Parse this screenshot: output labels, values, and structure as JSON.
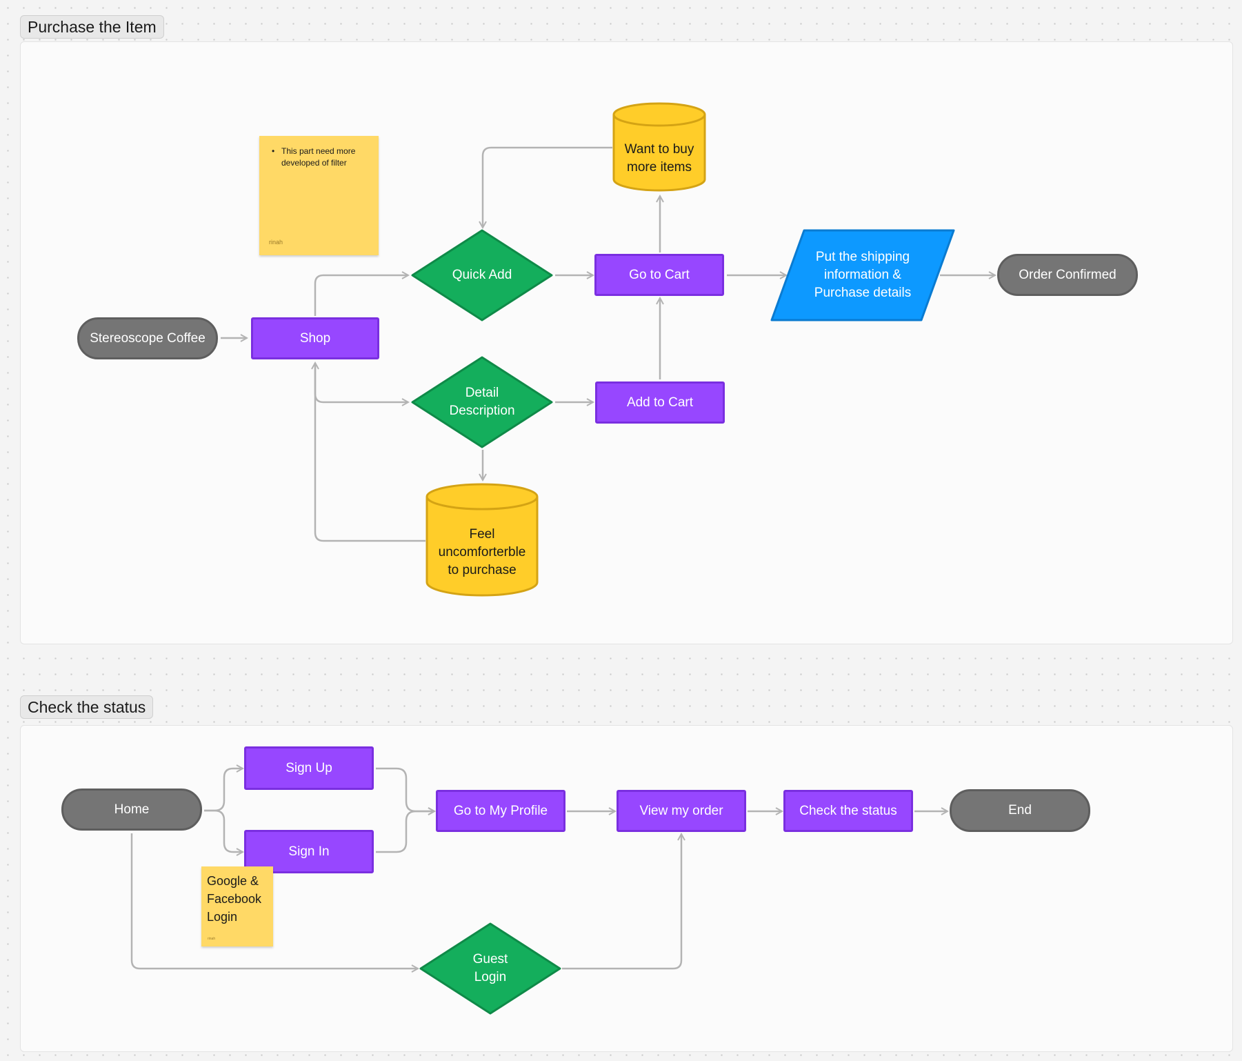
{
  "colors": {
    "canvas": "#f4f4f4",
    "frame": "#fbfbfb",
    "terminal": "#757575",
    "process": "#9747ff",
    "decision": "#14ae5c",
    "storage": "#ffcd29",
    "io": "#0d99ff",
    "sticky": "#ffd966",
    "connector": "#b3b3b3"
  },
  "sections": {
    "purchase": {
      "label": "Purchase the Item"
    },
    "status": {
      "label": "Check the status"
    }
  },
  "nodes": {
    "stereoscope": "Stereoscope Coffee",
    "shop": "Shop",
    "quick_add": "Quick Add",
    "detail": "Detail\nDescription",
    "go_to_cart": "Go to Cart",
    "add_to_cart": "Add to Cart",
    "want_more": "Want to buy\nmore items",
    "feel": "Feel\nuncomforterble\nto purchase",
    "shipping": "Put the shipping\ninformation &\nPurchase details",
    "order_confirmed": "Order Confirmed",
    "home": "Home",
    "sign_up": "Sign Up",
    "sign_in": "Sign In",
    "guest_login": "Guest\nLogin",
    "go_profile": "Go to My Profile",
    "view_order": "View my order",
    "check_status": "Check the status",
    "end": "End"
  },
  "stickies": {
    "filter": {
      "text": "This part need more developed of filter",
      "author": "rinah"
    },
    "login": {
      "text": "Google &\nFacebook\nLogin",
      "author": "rinah"
    }
  }
}
